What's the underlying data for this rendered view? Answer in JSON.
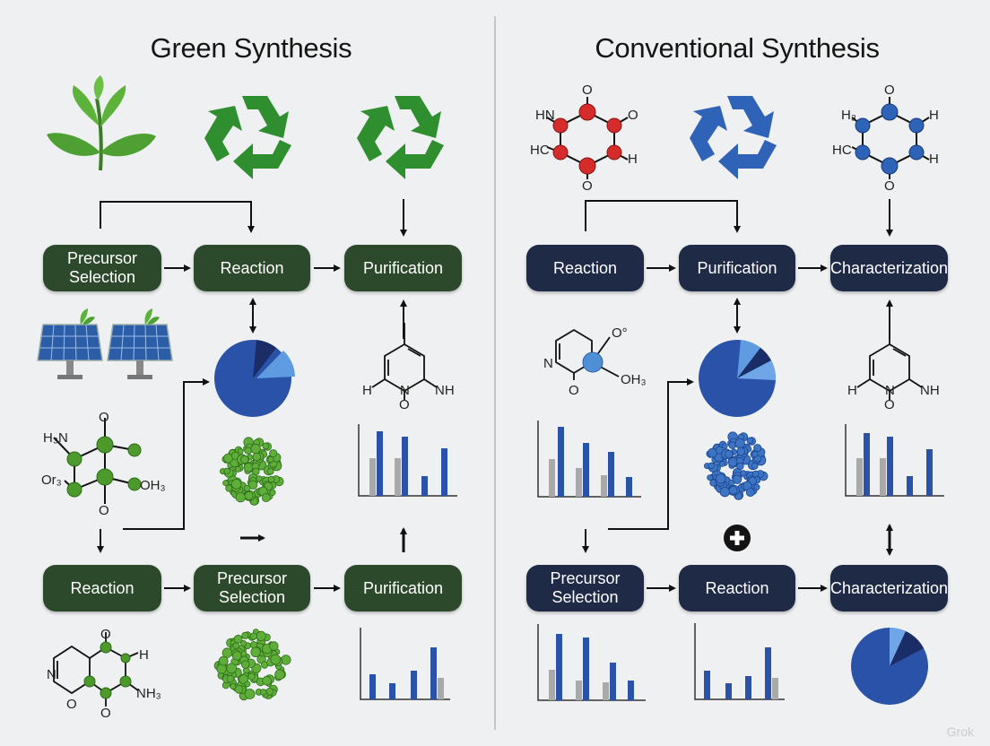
{
  "left_panel": {
    "title": "Green Synthesis",
    "row1": [
      "Precursor Selection",
      "Reaction",
      "Purification"
    ],
    "row2": [
      "Reaction",
      "Precursor Selection",
      "Purification"
    ]
  },
  "right_panel": {
    "title": "Conventional Synthesis",
    "row1": [
      "Reaction",
      "Purification",
      "Characterization"
    ],
    "row2": [
      "Precursor Selection",
      "Reaction",
      "Characterization"
    ]
  },
  "molecule_labels": {
    "green_top": [
      "H₃N",
      "O",
      "Or₃",
      "OH₃",
      "O"
    ],
    "green_bottom": [
      "N",
      "O",
      "H",
      "NH₃",
      "O",
      "O"
    ],
    "green_pyridine": [
      "H",
      "N",
      "NH",
      "O"
    ],
    "conv_red": [
      "O",
      "HN",
      "O",
      "HC",
      "H",
      "O"
    ],
    "conv_blue": [
      "O",
      "H₃",
      "H",
      "HC",
      "H",
      "O"
    ],
    "conv_ring": [
      "N",
      "O",
      "O°",
      "OH₃"
    ],
    "conv_pyridine": [
      "H",
      "N",
      "NH",
      "O"
    ]
  },
  "colors": {
    "green_box": "#2c4a2b",
    "navy_box": "#1f2a46",
    "leaf_green": "#4a9a2e",
    "recycle_green": "#2f8f2f",
    "recycle_blue": "#2f63b8",
    "atom_red": "#d52b2b",
    "chart_blue": "#2a52a8",
    "chart_gray": "#a9a9a9"
  },
  "icons": [
    "leaf-icon",
    "recycle-icon",
    "solar-panel-icon",
    "plus-icon",
    "nanoparticle-cluster-icon",
    "pie-chart-icon",
    "bar-chart-icon",
    "molecule-icon"
  ],
  "watermark": "Grok"
}
